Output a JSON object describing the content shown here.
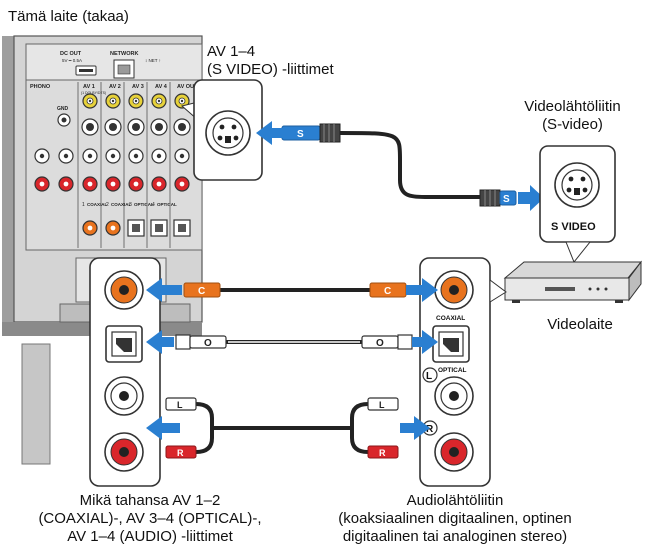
{
  "labels": {
    "device_back": "Tämä laite (takaa)",
    "av_svideo_line1": "AV 1–4",
    "av_svideo_line2": "(S VIDEO) -liittimet",
    "video_out_line1": "Videolähtöliitin",
    "video_out_line2": "(S-video)",
    "video_device": "Videolaite",
    "input_jacks_line1": "Mikä tahansa AV 1–2",
    "input_jacks_line2": "(COAXIAL)-, AV 3–4 (OPTICAL)-,",
    "input_jacks_line3": "AV 1–4 (AUDIO) -liittimet",
    "audio_out_line1": "Audiolähtöliitin",
    "audio_out_line2": "(koaksiaalinen digitaalinen, optinen",
    "audio_out_line3": "digitaalinen tai analoginen stereo)"
  },
  "panel": {
    "dc_out": "DC OUT",
    "dc_out_rating": "5V ━ 0.5A",
    "network": "NETWORK",
    "network_link": "↕ NET ↑",
    "phono": "PHONO",
    "gnd": "GND",
    "av1": "AV 1",
    "av1_sub": "(1 DOLBY/DTS)",
    "av2": "AV 2",
    "av3": "AV 3",
    "av4": "AV 4",
    "av_out": "AV OU",
    "coaxial_1": "COAXIAL",
    "coaxial_2": "COAXIAL",
    "optical_3": "OPTICAL",
    "optical_4": "OPTICAL",
    "num_1": "1",
    "num_2": "2",
    "num_3": "3",
    "num_4": "4"
  },
  "jacks": {
    "svideo_label": "S VIDEO",
    "coaxial_label": "COAXIAL",
    "optical_label": "OPTICAL",
    "left_marker": "L",
    "right_marker": "R"
  },
  "plugs": {
    "svideo_tag": "S",
    "coaxial_tag": "C",
    "optical_tag": "O",
    "left_tag": "L",
    "right_tag": "R"
  },
  "colors": {
    "arrow_blue": "#2a7fd1",
    "coaxial_orange": "#e8731e",
    "audio_red": "#d9262b",
    "chassis_gray": "#c8c8c8",
    "jack_yellow": "#e7d23a"
  }
}
